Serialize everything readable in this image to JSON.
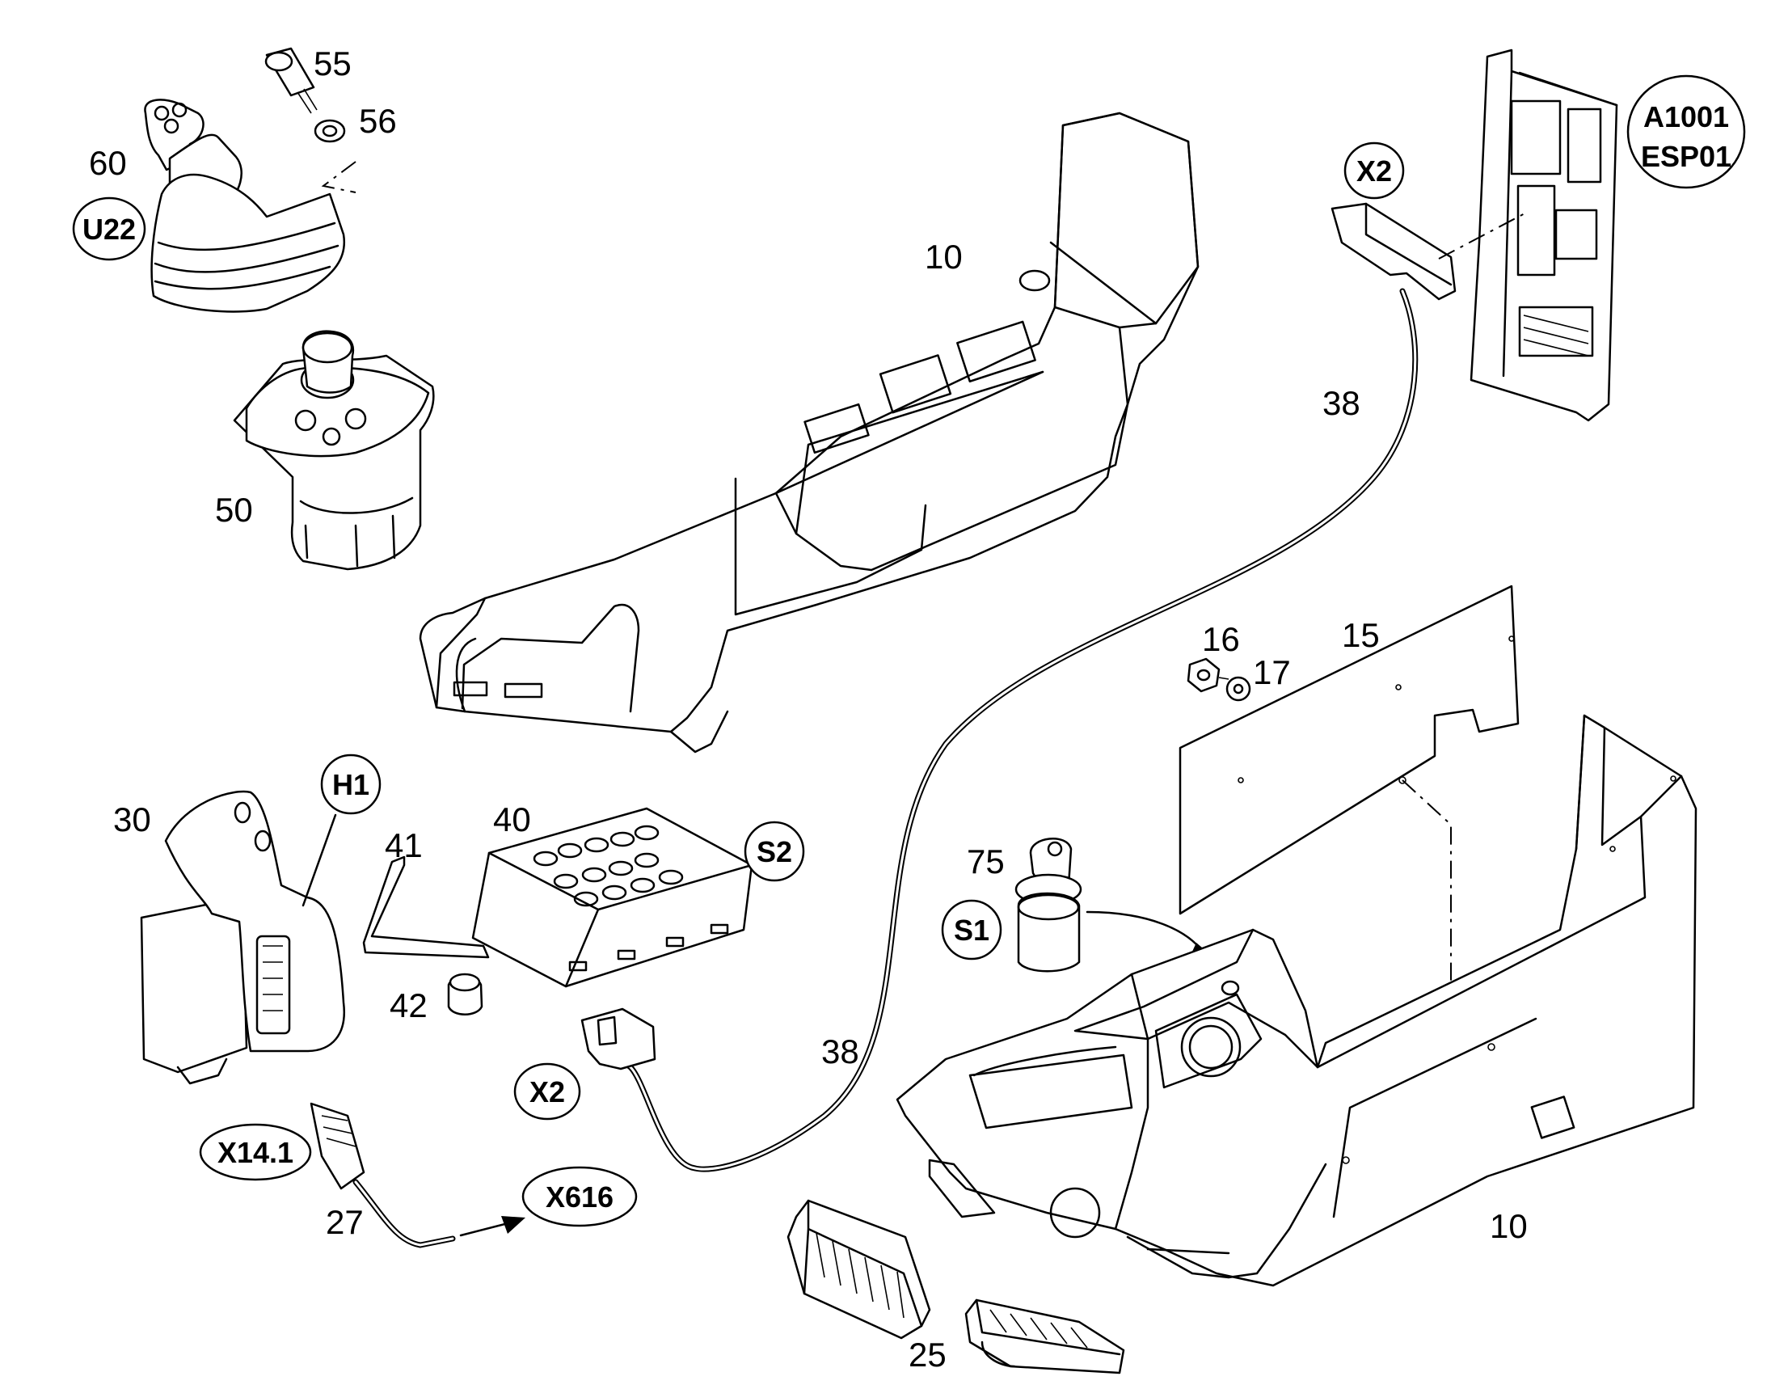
{
  "labels": {
    "l55": "55",
    "l56": "56",
    "l60": "60",
    "l50": "50",
    "l10a": "10",
    "l38a": "38",
    "l16": "16",
    "l17": "17",
    "l15": "15",
    "l30": "30",
    "l41": "41",
    "l40": "40",
    "l75": "75",
    "l42": "42",
    "l38b": "38",
    "l27": "27",
    "l25": "25",
    "l10b": "10"
  },
  "tags": {
    "u22": "U22",
    "x2_top": "X2",
    "a1001_line1": "A1001",
    "a1001_line2": "ESP01",
    "h1": "H1",
    "s2": "S2",
    "s1": "S1",
    "x2_bottom": "X2",
    "x14_1": "X14.1",
    "x616": "X616"
  }
}
